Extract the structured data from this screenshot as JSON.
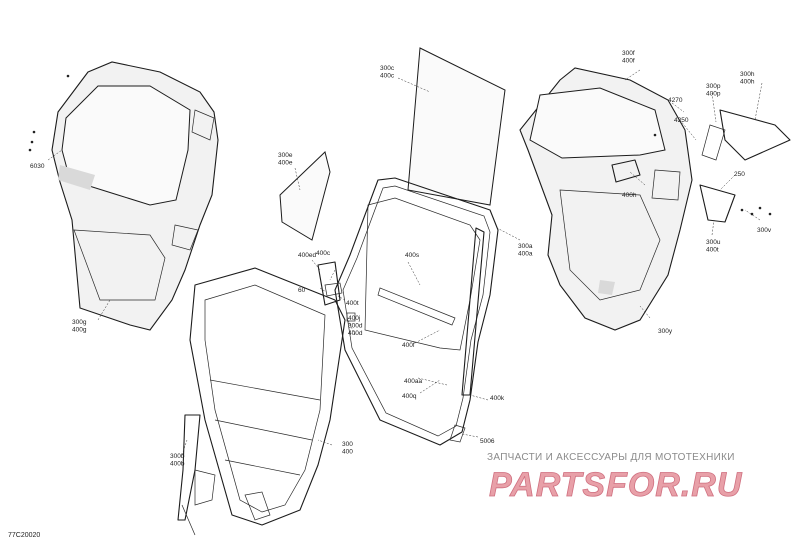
{
  "diagram": {
    "code": "77C20020",
    "callouts": [
      "300g\n400g",
      "6030",
      "300e\n400e",
      "300c\n400c",
      "400ed",
      "400c",
      "60",
      "400t",
      "400j\n300d\n400d",
      "400s",
      "300a\n400a",
      "400f",
      "400aa",
      "400q",
      "400k",
      "5006",
      "300\n400",
      "300b\n400b",
      "300f\n400f",
      "4270",
      "300p\n400p",
      "300h\n400h",
      "4250",
      "400h",
      "250",
      "300u\n400t",
      "300v",
      "300y"
    ]
  },
  "watermark": {
    "caption": "ЗАПЧАСТИ И АКСЕССУАРЫ ДЛЯ МОТОТЕХНИКИ",
    "logo_text": "PARTSFOR.RU",
    "logo_color": "#e8a0a8",
    "logo_outline": "#d07080"
  }
}
